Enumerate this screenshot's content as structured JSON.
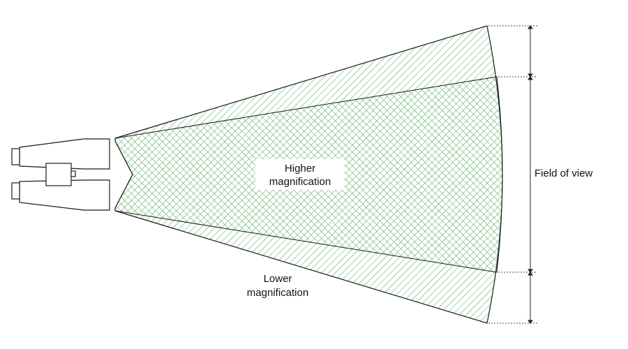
{
  "labels": {
    "higher": [
      "Higher",
      "magnification"
    ],
    "lower": [
      "Lower",
      "magnification"
    ],
    "field_of_view": "Field of view"
  },
  "colors": {
    "hatch": "#2a9a3a",
    "outline": "#1a1a1a",
    "background": "#ffffff"
  },
  "icons": {
    "binoculars": "binoculars-icon"
  }
}
